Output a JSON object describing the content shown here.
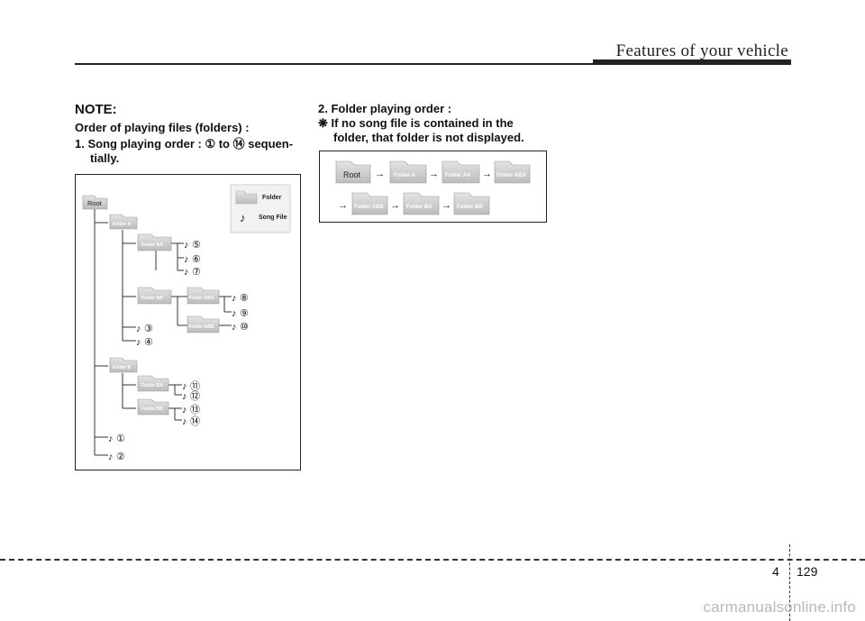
{
  "header": {
    "title": "Features of your vehicle"
  },
  "note": {
    "title": "NOTE:",
    "subtitle": "Order of playing files (folders) :",
    "item1_line1": "1. Song playing order : ① to ⑭ sequen-",
    "item1_line2": "tially.",
    "item2_line1": "2. Folder playing order :",
    "item2_line2": "❋ If no song file is contained in the",
    "item2_line3": "folder, that folder is not displayed."
  },
  "diagram_tree": {
    "legend_folder": "Folder",
    "legend_song": "Song File",
    "root": "Root",
    "folder_a": "Folder A",
    "folder_aa": "Folder AA",
    "folder_ab": "Folder AB",
    "folder_aba": "Folder ABA",
    "folder_abb": "Folder ABB",
    "folder_b": "Folder B",
    "folder_ba": "Folder BA",
    "folder_bb": "Folder BB",
    "note_glyph": "♪",
    "song_numbers": [
      "①",
      "②",
      "③",
      "④",
      "⑤",
      "⑥",
      "⑦",
      "⑧",
      "⑨",
      "⑩",
      "⑪",
      "⑫",
      "⑬",
      "⑭"
    ]
  },
  "diagram_order": {
    "row1": [
      "Root",
      "Folder A",
      "Folder AA",
      "Folder ABA"
    ],
    "row2": [
      "Folder ABB",
      "Folder BA",
      "Folder BB"
    ],
    "arrow": "→"
  },
  "footer": {
    "chapter": "4",
    "page": "129"
  },
  "watermark": "carmanualsonline.info"
}
